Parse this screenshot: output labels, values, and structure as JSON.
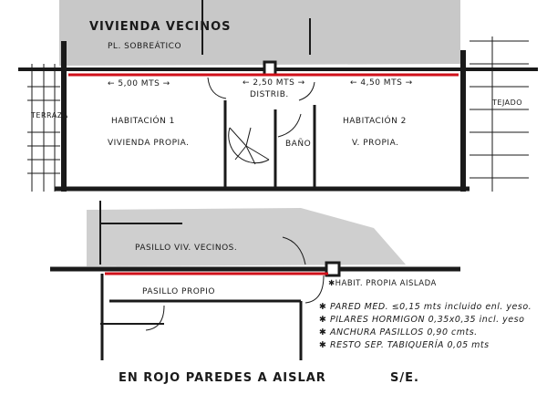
{
  "colors": {
    "wall": "#1a1a1a",
    "insulate": "#d0101a",
    "shade": "#c8c8c8"
  },
  "top_plan": {
    "title": "VIVIENDA VECINOS",
    "subtitle": "PL. SOBREÁTICO",
    "dim_left": "← 5,00 MTS →",
    "dim_center": "← 2,50 MTS →",
    "dim_right": "← 4,50 MTS →",
    "distrib": "DISTRIB.",
    "terraza": "TERRAZA",
    "tejado": "TEJADO",
    "room1_name": "HABITACIÓN 1",
    "room1_sub": "VIVIENDA PROPIA.",
    "bath": "BAÑO",
    "room2_name": "HABITACIÓN 2",
    "room2_sub": "V. PROPIA."
  },
  "bottom_plan": {
    "corridor_neighbors": "PASILLO VIV. VECINOS.",
    "corridor_own": "PASILLO PROPIO",
    "isolated": "✱HABIT. PROPIA AISLADA"
  },
  "notes": [
    "✱ PARED MED. ≤0,15 mts incluido enl. yeso.",
    "✱ PILARES HORMIGON 0,35x0,35 incl. yeso",
    "✱ ANCHURA PASILLOS 0,90 cmts.",
    "✱ RESTO SEP. TABIQUERÍA 0,05 mts"
  ],
  "footer": {
    "legend": "EN ROJO PAREDES A AISLAR",
    "scale": "S/E."
  }
}
